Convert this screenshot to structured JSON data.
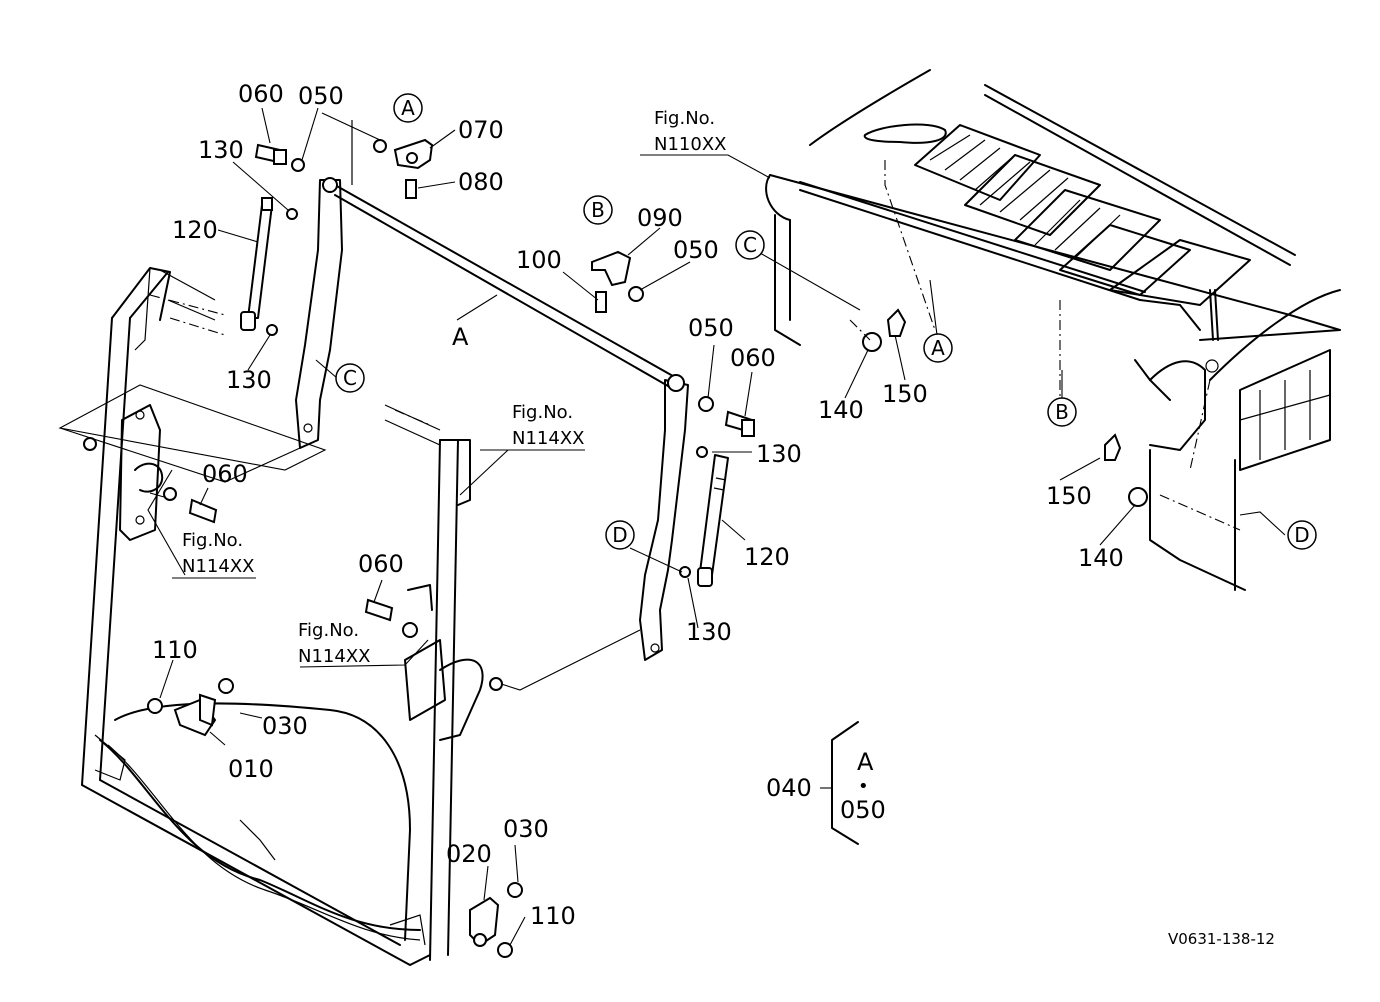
{
  "drawing_code": "V0631-138-12",
  "fig_ref": "Fig.No.",
  "fig_numbers": {
    "n110": "N110XX",
    "n114": "N114XX"
  },
  "parts": {
    "p010": "010",
    "p020": "020",
    "p030": "030",
    "p040": "040",
    "p050": "050",
    "p060": "060",
    "p070": "070",
    "p080": "080",
    "p090": "090",
    "p100": "100",
    "p110": "110",
    "p120": "120",
    "p130": "130",
    "p140": "140",
    "p150": "150"
  },
  "markers": {
    "A": "A",
    "B": "B",
    "C": "C",
    "D": "D"
  },
  "kit": {
    "letter": "A",
    "dot": "•",
    "part": "050"
  }
}
